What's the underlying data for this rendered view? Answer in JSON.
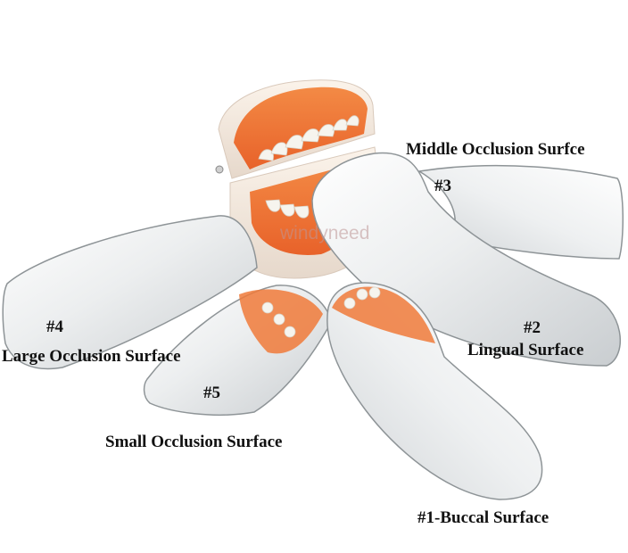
{
  "watermark": "windyneed",
  "mirrors": [
    {
      "number": "#1-Buccal Surface",
      "name": ""
    },
    {
      "number": "#2",
      "name": "Lingual Surface"
    },
    {
      "number": "#3",
      "name": "Middle Occlusion Surfce"
    },
    {
      "number": "#4",
      "name": "Large Occlusion Surface"
    },
    {
      "number": "#5",
      "name": "Small Occlusion Surface"
    }
  ],
  "colors": {
    "gum": "#f07a3a",
    "tooth": "#f6f4ee",
    "mirror_light": "#f2f4f5",
    "mirror_dark": "#b9bec2",
    "model_base": "#f1e6dc"
  }
}
